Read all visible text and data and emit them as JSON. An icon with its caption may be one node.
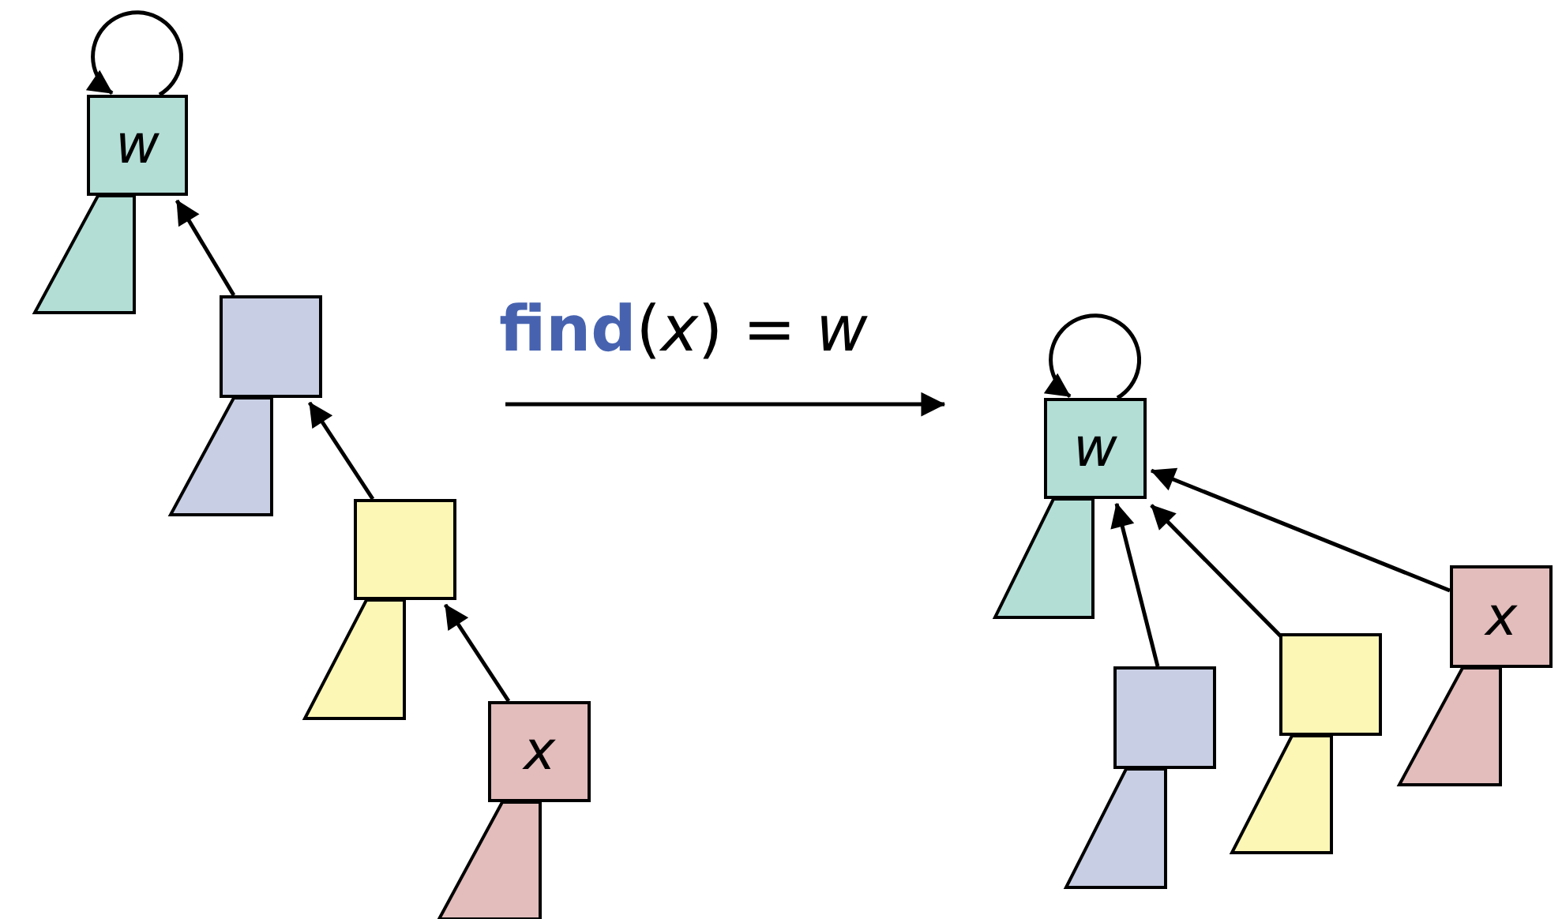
{
  "diagram": {
    "nodes": [
      {
        "text": [
          "w"
        ]
      },
      {
        "text": [],
        "shape": "triangle"
      },
      {
        "text": [],
        "shape": "box"
      },
      {
        "text": [],
        "shape": "triangle"
      },
      {
        "text": [],
        "shape": "box"
      },
      {
        "text": [],
        "shape": "triangle"
      },
      {
        "text": [
          "x"
        ]
      },
      {
        "text": [],
        "shape": "triangle"
      },
      {
        "text": [
          "w"
        ]
      },
      {
        "text": [],
        "shape": "triangle"
      },
      {
        "text": [],
        "shape": "box"
      },
      {
        "text": [],
        "shape": "triangle"
      },
      {
        "text": [],
        "shape": "box"
      },
      {
        "text": [],
        "shape": "triangle"
      },
      {
        "text": [
          "x"
        ]
      },
      {
        "text": [],
        "shape": "triangle"
      }
    ],
    "edges": [
      {
        "from": 0,
        "to": 0,
        "arrow": "to"
      },
      {
        "from": 2,
        "to": 0,
        "arrow": "to"
      },
      {
        "from": 4,
        "to": 2,
        "arrow": "to"
      },
      {
        "from": 6,
        "to": 4,
        "arrow": "to"
      },
      {
        "from": 8,
        "to": 8,
        "arrow": "to"
      },
      {
        "from": 10,
        "to": 8,
        "arrow": "to"
      },
      {
        "from": 12,
        "to": 8,
        "arrow": "to"
      },
      {
        "from": 14,
        "to": 8,
        "arrow": "to"
      }
    ],
    "labels": [
      "**find**(*x*) = *w*"
    ]
  }
}
